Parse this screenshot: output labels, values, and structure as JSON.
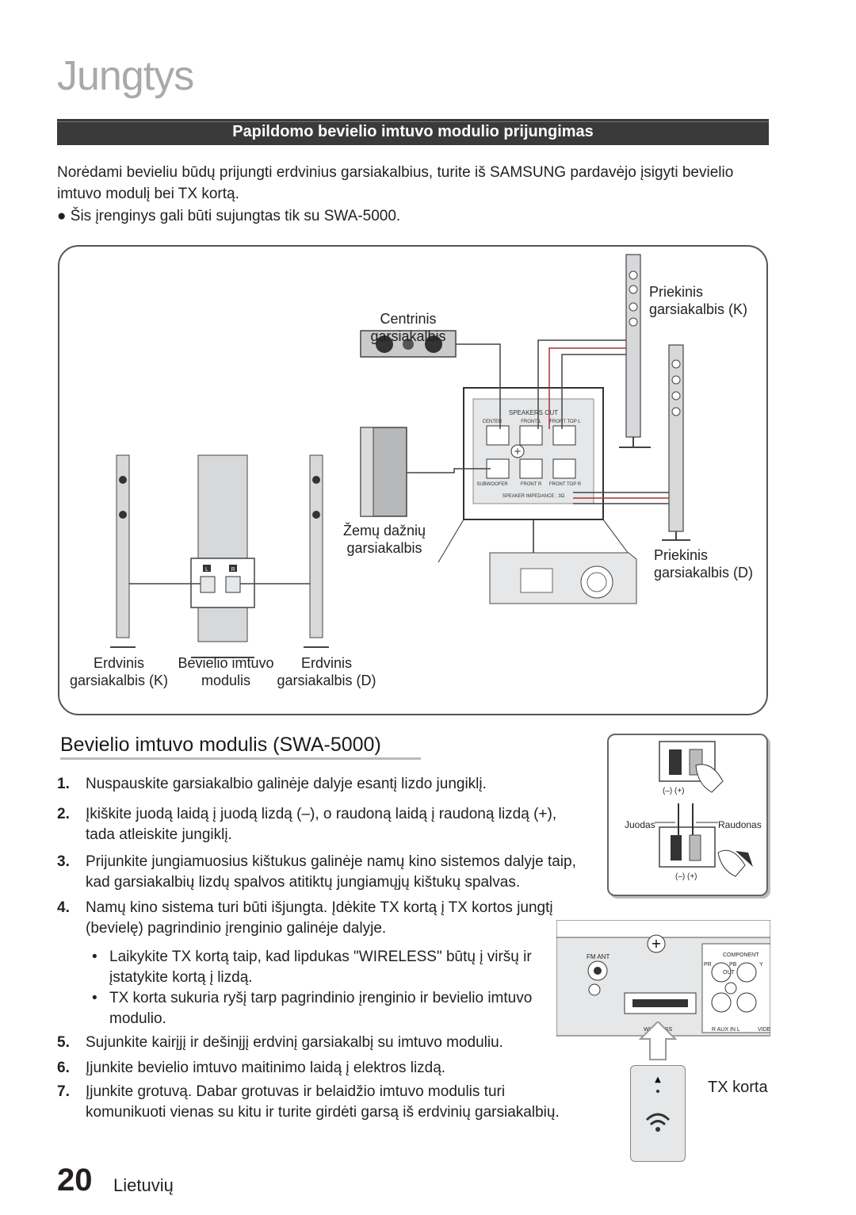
{
  "page_title": "Jungtys",
  "section_bar": "Papildomo bevielio imtuvo modulio prijungimas",
  "intro": "Norėdami bevieliu būdų prijungti erdvinius garsiakalbius, turite iš SAMSUNG pardavėjo įsigyti bevielio imtuvo modulį bei TX kortą.",
  "note_bullet": "●",
  "note": "Šis įrenginys gali būti sujungtas tik su SWA-5000.",
  "diagram": {
    "center_speaker": "Centrinis garsiakalbis",
    "front_left": [
      "Priekinis",
      "garsiakalbis (K)"
    ],
    "front_right": [
      "Priekinis",
      "garsiakalbis (D)"
    ],
    "subwoofer": [
      "Žemų dažnių",
      "garsiakalbis"
    ],
    "surround_left": [
      "Erdvinis",
      "garsiakalbis (K)"
    ],
    "wireless_module": [
      "Bevielio imtuvo",
      "modulis"
    ],
    "surround_right": [
      "Erdvinis",
      "garsiakalbis (D)"
    ],
    "panel_title": "SPEAKERS OUT",
    "panel_top_labels": [
      "CENTER",
      "FRONT L",
      "FRONT TOP L"
    ],
    "panel_bottom_labels": [
      "SUBWOOFER",
      "FRONT R",
      "FRONT TOP R"
    ],
    "panel_impedance": "SPEAKER IMPEDANCE : 3Ω",
    "module_lr": [
      "L",
      "R"
    ]
  },
  "subsection_title": "Bevielio imtuvo modulis (SWA-5000)",
  "steps": [
    {
      "num": "1.",
      "text": "Nuspauskite garsiakalbio galinėje dalyje esantį lizdo jungiklį."
    },
    {
      "num": "2.",
      "text": "Įkiškite juodą laidą į juodą lizdą (–), o raudoną laidą į raudoną lizdą (+), tada atleiskite jungiklį."
    },
    {
      "num": "3.",
      "text": "Prijunkite jungiamuosius kištukus galinėje namų kino sistemos dalyje taip, kad garsiakalbių lizdų spalvos atitiktų jungiamųjų kištukų spalvas."
    },
    {
      "num": "4.",
      "text": "Namų kino sistema turi būti išjungta. Įdėkite TX kortą į TX kortos jungtį (bevielę) pagrindinio įrenginio galinėje dalyje."
    },
    {
      "num": "5.",
      "text": "Sujunkite kairįjį ir dešinįjį erdvinį garsiakalbį su imtuvo moduliu."
    },
    {
      "num": "6.",
      "text": "Įjunkite bevielio imtuvo maitinimo laidą į elektros lizdą."
    },
    {
      "num": "7.",
      "text": "Įjunkite grotuvą. Dabar grotuvas ir belaidžio imtuvo modulis turi komunikuoti vienas su kitu ir turite girdėti garsą iš erdvinių garsiakalbių."
    }
  ],
  "sub_bullets": [
    {
      "dot": "•",
      "text": "Laikykite TX kortą taip, kad lipdukas \"WIRELESS\" būtų į viršų ir įstatykite kortą į lizdą."
    },
    {
      "dot": "•",
      "text": "TX korta sukuria ryšį tarp pagrindinio įrenginio ir bevielio imtuvo modulio."
    }
  ],
  "inset": {
    "black_label": "Juodas",
    "red_label": "Raudonas",
    "polarity": "(–)  (+)"
  },
  "rear_panel": {
    "fm_ant": "FM ANT",
    "component_out": "COMPONENT OUT",
    "pr": "PR",
    "pb": "PB",
    "y": "Y",
    "wireless": "WIRELESS",
    "aux_in": "AUX IN",
    "aux_l": "L",
    "aux_r": "R",
    "video": "VIDE"
  },
  "tx_card_label": "TX korta",
  "footer": {
    "page_number": "20",
    "language": "Lietuvių"
  }
}
